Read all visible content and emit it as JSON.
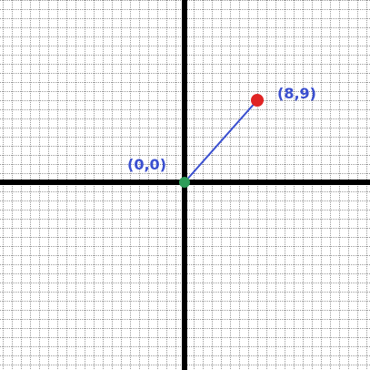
{
  "colors": {
    "background": "#ffffff",
    "grid": "#9a9a9a",
    "axis": "#000000",
    "segment": "#3a4fd0",
    "origin_point": "#2f9e5a",
    "end_point": "#e02424",
    "label": "#3a4fd0"
  },
  "grid": {
    "x_range": [
      -20,
      20
    ],
    "y_range": [
      -20,
      20
    ],
    "step": 1,
    "style": "dotted"
  },
  "points": {
    "origin": {
      "x": 0,
      "y": 0,
      "label": "(0,0)"
    },
    "end": {
      "x": 8,
      "y": 9,
      "label": "(8,9)"
    }
  }
}
